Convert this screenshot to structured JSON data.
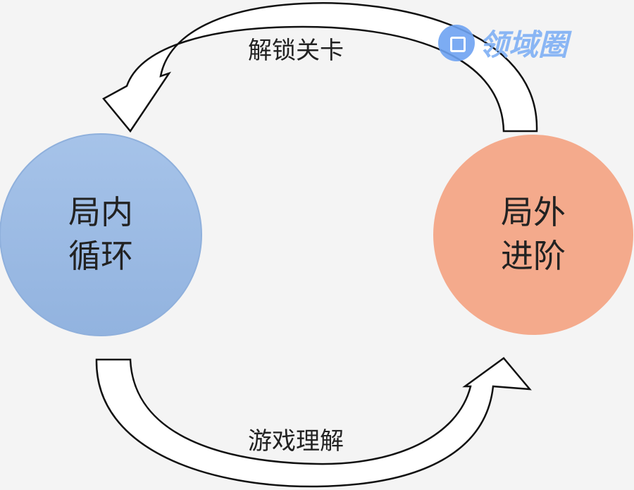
{
  "nodes": {
    "inner_loop": {
      "line1": "局内",
      "line2": "循环",
      "color": "#9dbde6"
    },
    "outer_progress": {
      "line1": "局外",
      "line2": "进阶",
      "color": "#f3a98a"
    }
  },
  "edges": {
    "top": {
      "label": "解锁关卡"
    },
    "bottom": {
      "label": "游戏理解"
    }
  },
  "watermark": {
    "text": "领域圈"
  }
}
